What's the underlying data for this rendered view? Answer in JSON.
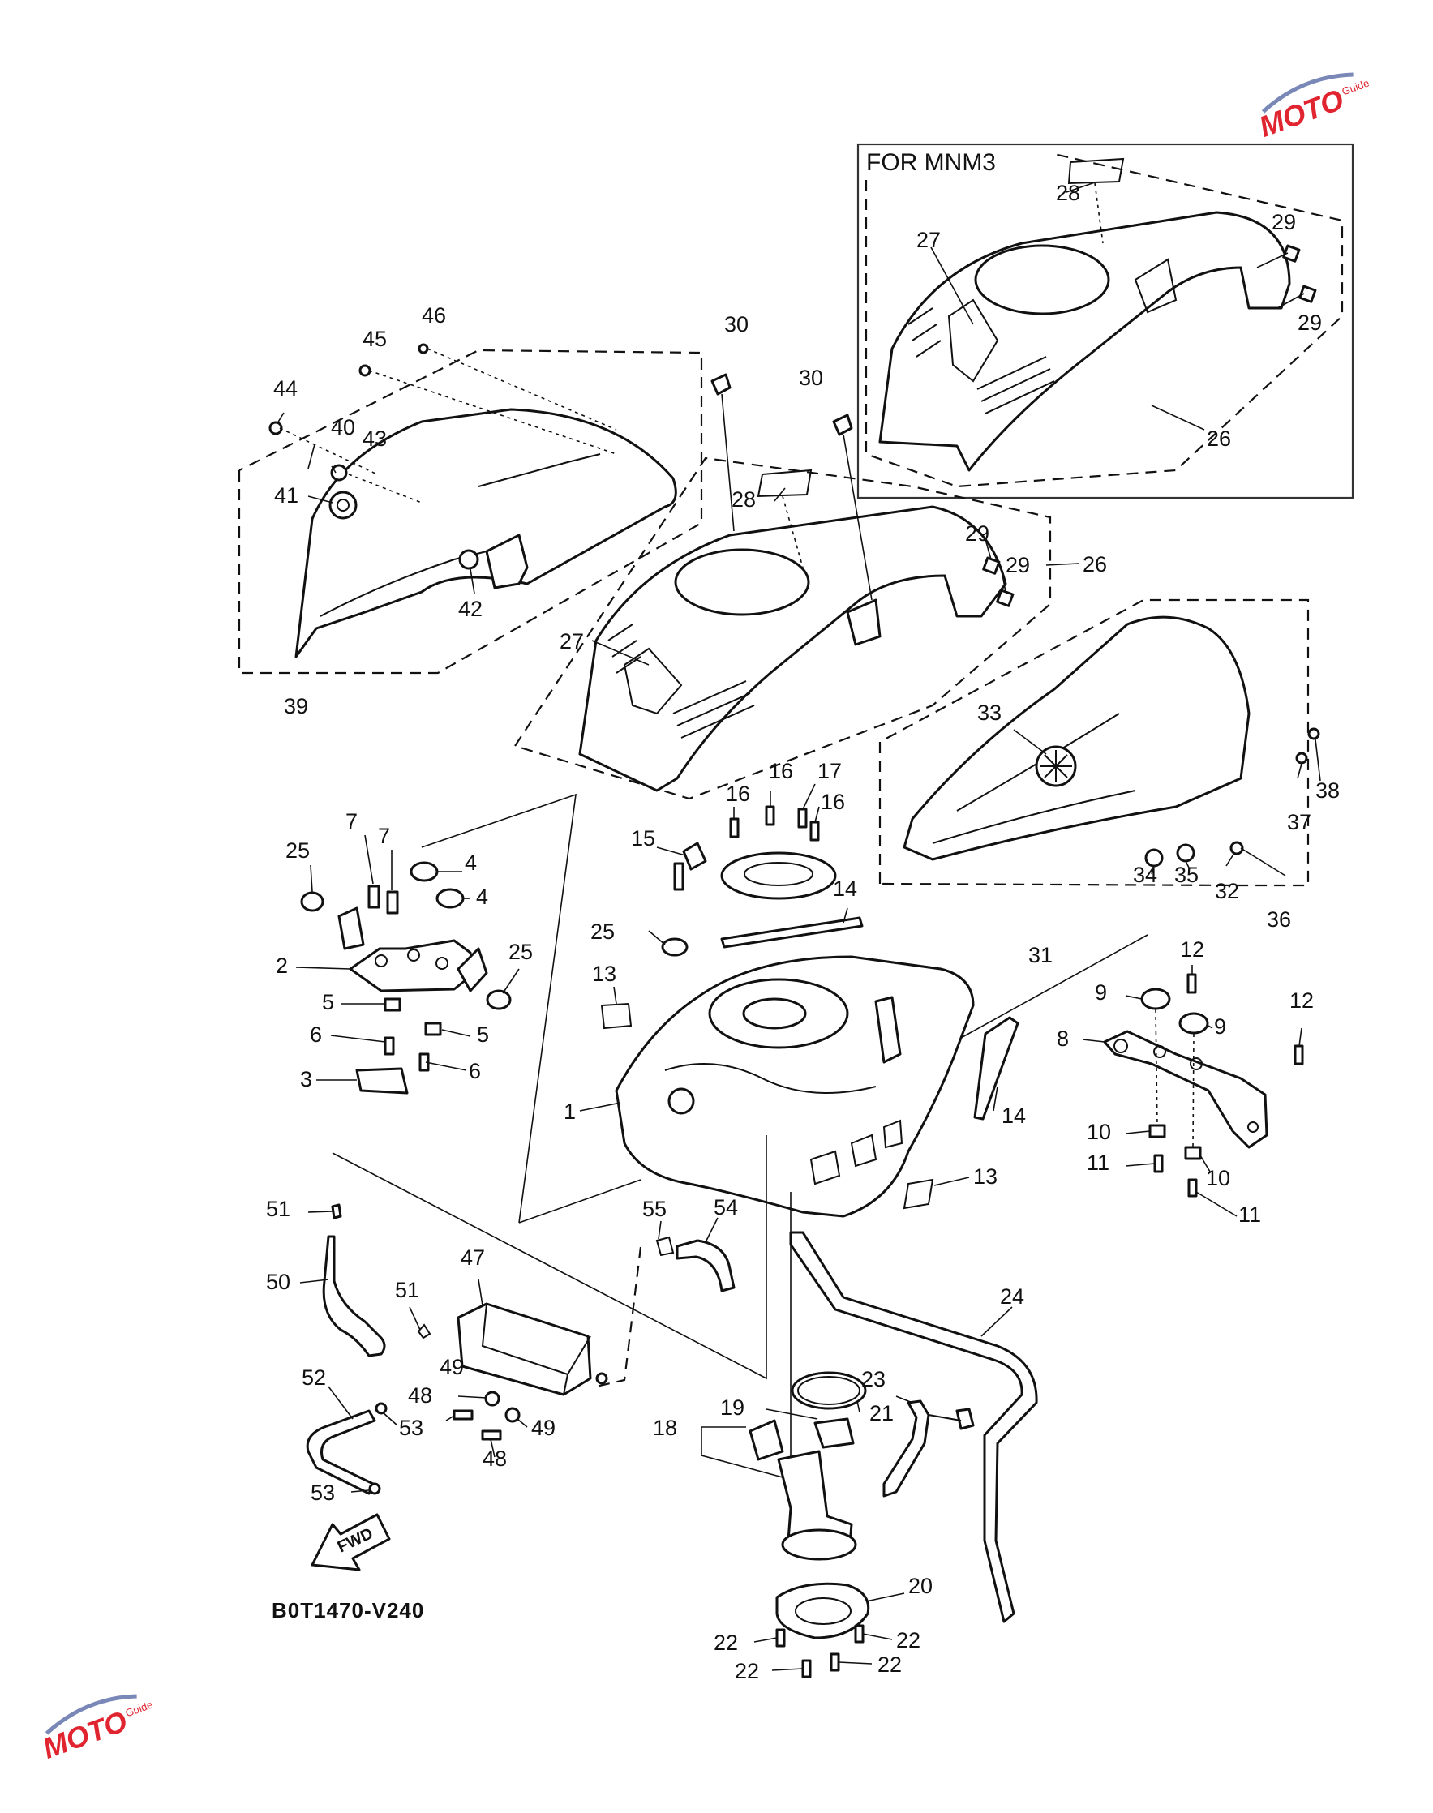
{
  "diagram": {
    "variant_box_label": "FOR MNM3",
    "diagram_code": "B0T1470-V240",
    "fwd_label": "FWD",
    "watermark": {
      "text": "MOTO",
      "subtext": "Guide"
    },
    "callouts": {
      "c1": "1",
      "c2": "2",
      "c3": "3",
      "c4a": "4",
      "c4b": "4",
      "c5a": "5",
      "c5b": "5",
      "c6a": "6",
      "c6b": "6",
      "c7a": "7",
      "c7b": "7",
      "c8": "8",
      "c9a": "9",
      "c9b": "9",
      "c10a": "10",
      "c10b": "10",
      "c11a": "11",
      "c11b": "11",
      "c12a": "12",
      "c12b": "12",
      "c13a": "13",
      "c13b": "13",
      "c14a": "14",
      "c14b": "14",
      "c15": "15",
      "c16a": "16",
      "c16b": "16",
      "c16c": "16",
      "c17": "17",
      "c18": "18",
      "c19": "19",
      "c20": "20",
      "c21": "21",
      "c22a": "22",
      "c22b": "22",
      "c22c": "22",
      "c22d": "22",
      "c23": "23",
      "c24": "24",
      "c25a": "25",
      "c25b": "25",
      "c25c": "25",
      "c26a": "26",
      "c26b": "26",
      "c27a": "27",
      "c27b": "27",
      "c28a": "28",
      "c28b": "28",
      "c29a": "29",
      "c29b": "29",
      "c29c": "29",
      "c29d": "29",
      "c30a": "30",
      "c30b": "30",
      "c31": "31",
      "c32": "32",
      "c33": "33",
      "c34": "34",
      "c35": "35",
      "c36": "36",
      "c37": "37",
      "c38": "38",
      "c39": "39",
      "c40": "40",
      "c41": "41",
      "c42": "42",
      "c43": "43",
      "c44": "44",
      "c45": "45",
      "c46": "46",
      "c47": "47",
      "c48a": "48",
      "c48b": "48",
      "c49a": "49",
      "c49b": "49",
      "c50": "50",
      "c51a": "51",
      "c51b": "51",
      "c52": "52",
      "c53a": "53",
      "c53b": "53",
      "c54": "54",
      "c55": "55"
    }
  }
}
